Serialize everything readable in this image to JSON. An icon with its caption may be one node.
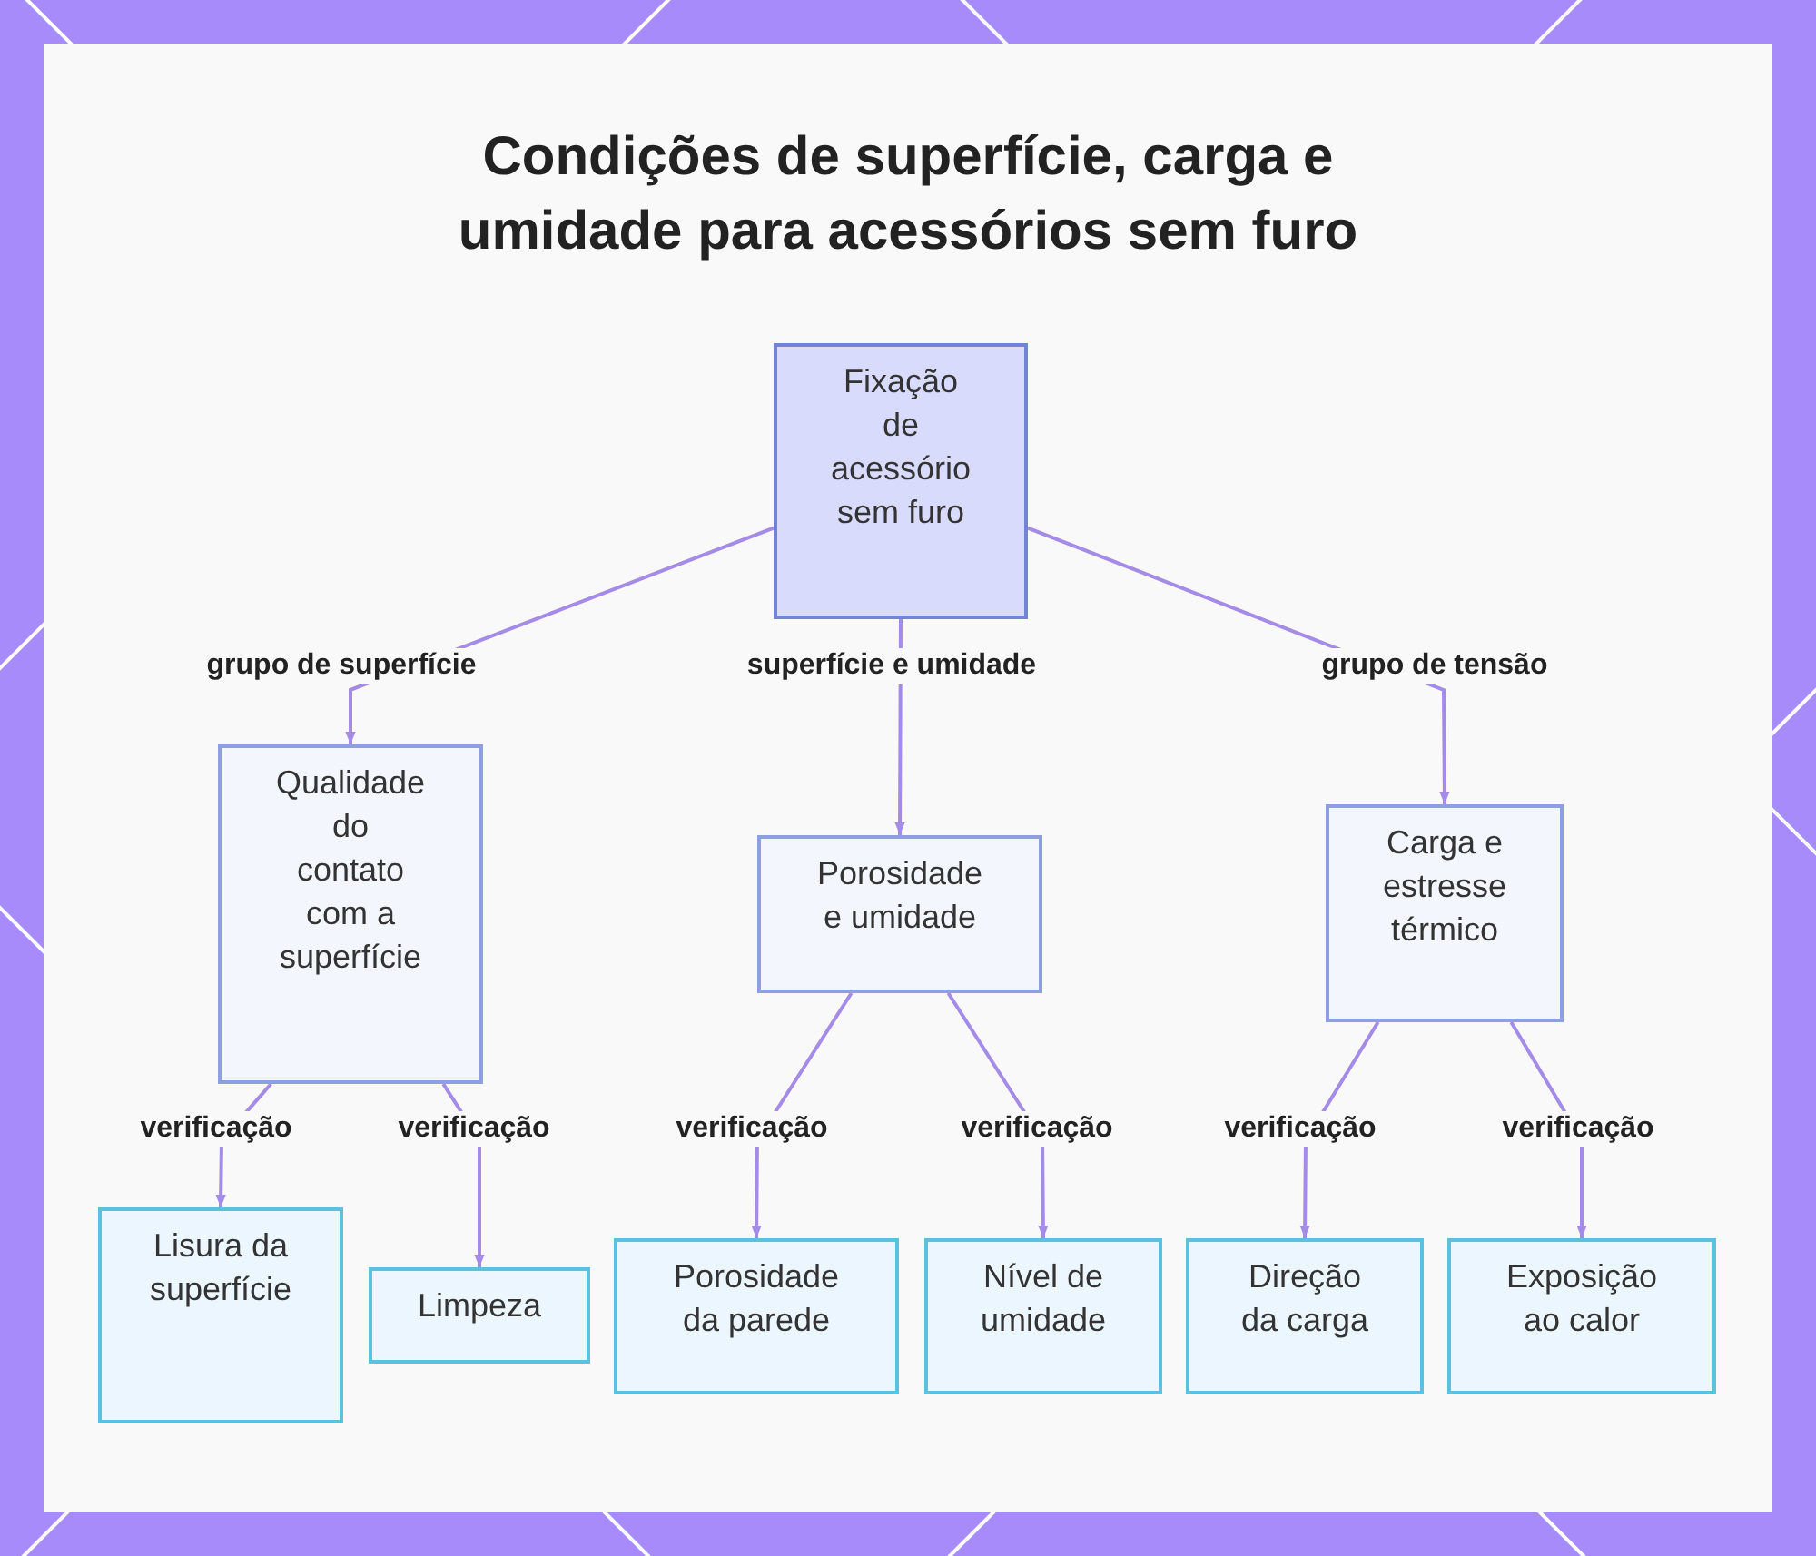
{
  "diagram": {
    "title": "Condições de superfície, carga e umidade para acessórios sem furo",
    "nodes": [
      {
        "text": [
          "Fixação de acessório sem furo"
        ]
      },
      {
        "text": [
          "Qualidade do contato com a superfície"
        ]
      },
      {
        "text": [
          "Porosidade e umidade"
        ]
      },
      {
        "text": [
          "Carga e estresse térmico"
        ]
      },
      {
        "text": [
          "Lisura da superfície"
        ]
      },
      {
        "text": [
          "Limpeza"
        ]
      },
      {
        "text": [
          "Porosidade da parede"
        ]
      },
      {
        "text": [
          "Nível de umidade"
        ]
      },
      {
        "text": [
          "Direção da carga"
        ]
      },
      {
        "text": [
          "Exposição ao calor"
        ]
      }
    ],
    "edges": [
      {
        "from": 0,
        "to": 1,
        "arrow": "to",
        "label": "grupo de superfície"
      },
      {
        "from": 0,
        "to": 2,
        "arrow": "to",
        "label": "superfície e umidade"
      },
      {
        "from": 0,
        "to": 3,
        "arrow": "to",
        "label": "grupo de tensão"
      },
      {
        "from": 1,
        "to": 4,
        "arrow": "to",
        "label": "verificação"
      },
      {
        "from": 1,
        "to": 5,
        "arrow": "to",
        "label": "verificação"
      },
      {
        "from": 2,
        "to": 6,
        "arrow": "to",
        "label": "verificação"
      },
      {
        "from": 2,
        "to": 7,
        "arrow": "to",
        "label": "verificação"
      },
      {
        "from": 3,
        "to": 8,
        "arrow": "to",
        "label": "verificação"
      },
      {
        "from": 3,
        "to": 9,
        "arrow": "to",
        "label": "verificação"
      }
    ]
  }
}
